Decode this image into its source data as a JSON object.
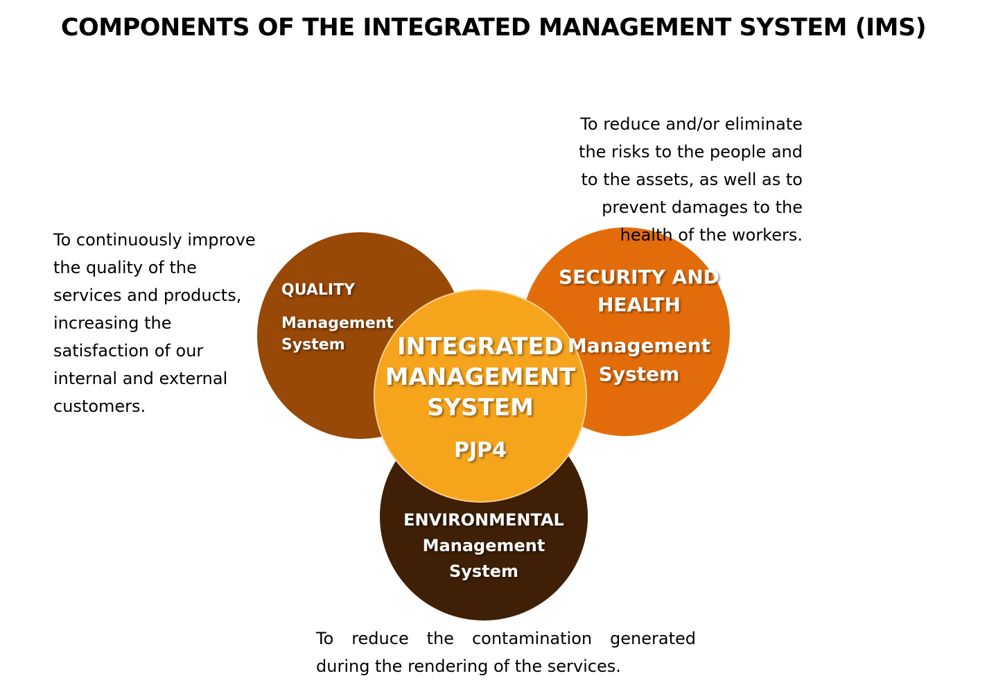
{
  "title": "COMPONENTS OF THE INTEGRATED MANAGEMENT SYSTEM (IMS)",
  "center": {
    "lines": [
      "INTEGRATED",
      "MANAGEMENT",
      "SYSTEM"
    ],
    "code": "PJP4",
    "color": "#f7a41d"
  },
  "quality": {
    "heading": "QUALITY",
    "sub_lines": [
      "Management",
      "System"
    ],
    "description_lines": [
      "To continuously improve",
      "the quality of the",
      "services and products,",
      "increasing the",
      "satisfaction of our",
      "internal and external",
      "customers."
    ],
    "color": "#984807"
  },
  "security": {
    "heading_lines": [
      "SECURITY AND",
      "HEALTH"
    ],
    "sub_lines": [
      "Management",
      "System"
    ],
    "description_lines": [
      "To reduce and/or eliminate",
      "the risks to the people and",
      "to the assets, as well as to",
      "prevent damages to the",
      "health of the workers."
    ],
    "color": "#e36c0a"
  },
  "environmental": {
    "lines": [
      "ENVIRONMENTAL",
      "Management",
      "System"
    ],
    "description_lines": [
      "To reduce the contamination generated",
      "during the rendering of the services."
    ],
    "color": "#3f1f06"
  }
}
